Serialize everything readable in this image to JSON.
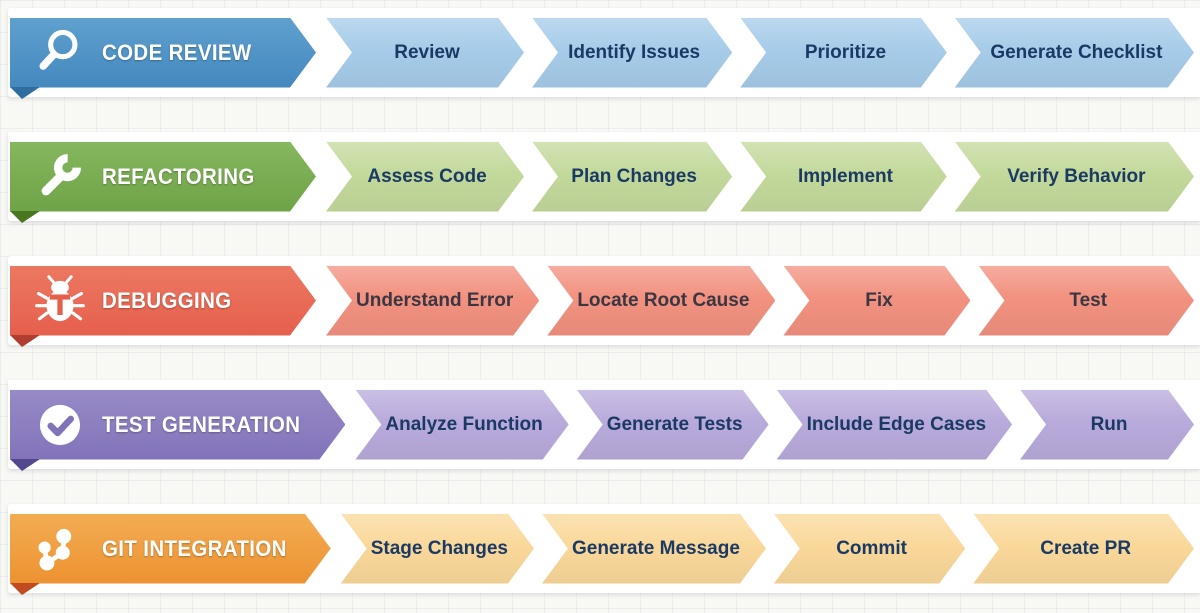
{
  "page": {
    "background": "#f8f8f5",
    "band_background": "#ffffff"
  },
  "rows": [
    {
      "id": "code-review",
      "title": "CODE REVIEW",
      "icon": "magnifier-icon",
      "colors": {
        "header_top": "#5fa0ce",
        "header_bottom": "#4388be",
        "fold": "#2d6da0",
        "step_bg": "#a6cce9",
        "step_text": "#1b3a63"
      },
      "steps": [
        "Review",
        "Identify Issues",
        "Prioritize",
        "Generate Checklist"
      ]
    },
    {
      "id": "refactoring",
      "title": "REFACTORING",
      "icon": "wrench-icon",
      "colors": {
        "header_top": "#85b75e",
        "header_bottom": "#6fa347",
        "fold": "#49771f",
        "step_bg": "#c3d99b",
        "step_text": "#1b3a63"
      },
      "steps": [
        "Assess Code",
        "Plan Changes",
        "Implement",
        "Verify Behavior"
      ]
    },
    {
      "id": "debugging",
      "title": "DEBUGGING",
      "icon": "bug-icon",
      "colors": {
        "header_top": "#ec7862",
        "header_bottom": "#e55f4b",
        "fold": "#b03e2e",
        "step_bg": "#f2917f",
        "step_text": "#3a3742"
      },
      "steps": [
        "Understand Error",
        "Locate Root Cause",
        "Fix",
        "Test"
      ]
    },
    {
      "id": "test-generation",
      "title": "TEST GENERATION",
      "icon": "check-circle-icon",
      "colors": {
        "header_top": "#978ac6",
        "header_bottom": "#8273b9",
        "fold": "#55478d",
        "step_bg": "#b8aadb",
        "step_text": "#1b3a63"
      },
      "steps": [
        "Analyze Function",
        "Generate Tests",
        "Include Edge Cases",
        "Run"
      ]
    },
    {
      "id": "git-integration",
      "title": "GIT INTEGRATION",
      "icon": "git-branch-icon",
      "colors": {
        "header_top": "#f3ac52",
        "header_bottom": "#ec9231",
        "fold": "#c14a20",
        "step_bg": "#fad89a",
        "step_text": "#1b3a63"
      },
      "steps": [
        "Stage Changes",
        "Generate Message",
        "Commit",
        "Create PR"
      ]
    }
  ]
}
